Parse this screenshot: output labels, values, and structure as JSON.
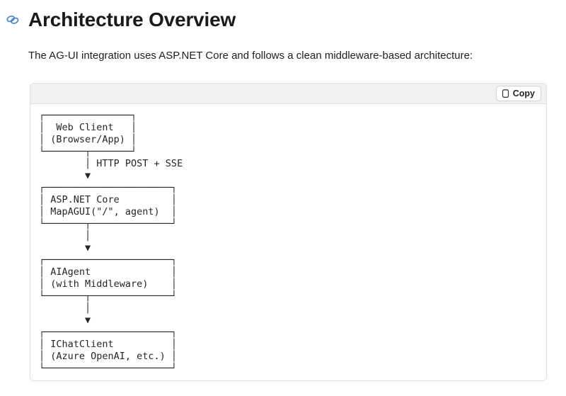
{
  "page": {
    "heading": "Architecture Overview",
    "intro": "The AG-UI integration uses ASP.NET Core and follows a clean middleware-based architecture:",
    "code_block": {
      "copy_label": "Copy",
      "lines": [
        "┌───────────────┐",
        "│  Web Client   │",
        "│ (Browser/App) │",
        "└───────┬───────┘",
        "        │ HTTP POST + SSE",
        "        ▼",
        "┌──────────────────────┐",
        "│ ASP.NET Core         │",
        "│ MapAGUI(\"/\", agent)  │",
        "└───────┬──────────────┘",
        "        │",
        "        ▼",
        "┌──────────────────────┐",
        "│ AIAgent              │",
        "│ (with Middleware)    │",
        "└───────┬──────────────┘",
        "        │",
        "        ▼",
        "┌──────────────────────┐",
        "│ IChatClient          │",
        "│ (Azure OpenAI, etc.) │",
        "└──────────────────────┘"
      ]
    },
    "colors": {
      "anchor_icon_blue": "#4e86c6",
      "code_header_bg": "#f1f1f1",
      "border_gray": "#e0e0e0",
      "text_dark": "#1a1a1a"
    }
  }
}
